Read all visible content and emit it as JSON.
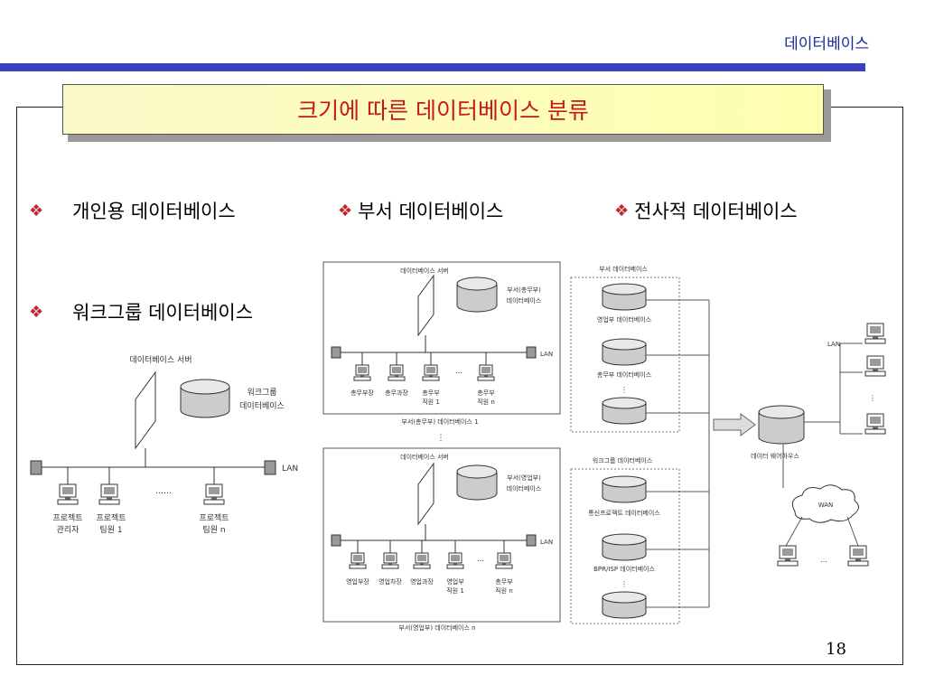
{
  "header": {
    "section": "데이터베이스"
  },
  "slide": {
    "title": "크기에 따른 데이터베이스 분류",
    "page_number": "18",
    "bullets": {
      "personal": "개인용 데이터베이스",
      "department": "부서 데이터베이스",
      "enterprise": "전사적 데이터베이스",
      "workgroup": "워크그룹 데이터베이스"
    },
    "bullet_marker": "❖"
  },
  "workgroup_diagram": {
    "server_label": "데이터베이스 서버",
    "db_label_line1": "워크그룹",
    "db_label_line2": "데이터베이스",
    "lan": "LAN",
    "dots": "……",
    "pc1_line1": "프로젝트",
    "pc1_line2": "관리자",
    "pc2_line1": "프로젝트",
    "pc2_line2": "팀원 1",
    "pc3_line1": "프로젝트",
    "pc3_line2": "팀원 n"
  },
  "dept_diagram_1": {
    "server_label": "데이터베이스 서버",
    "db_label_line1": "부서(총무부)",
    "db_label_line2": "데이터베이스",
    "lan": "LAN",
    "dots": "…",
    "pcs": [
      "총무부장",
      "총무과장"
    ],
    "pc3_line1": "총무부",
    "pc3_line2": "직원 1",
    "pc4_line1": "총무부",
    "pc4_line2": "직원 n",
    "caption": "부서(총무부) 데이터베이스 1"
  },
  "dept_diagram_2": {
    "server_label": "데이터베이스 서버",
    "db_label_line1": "부서(영업부)",
    "db_label_line2": "데이터베이스",
    "lan": "LAN",
    "dots": "…",
    "pcs": [
      "영업부장",
      "영업차장",
      "영업과장"
    ],
    "pc4_line1": "영업부",
    "pc4_line2": "직원 1",
    "pc5_line1": "총무부",
    "pc5_line2": "직원 n",
    "caption": "부서(영업부) 데이터베이스 n"
  },
  "vertical_dots": "⋮",
  "enterprise_diagram": {
    "dept_group": "부서 데이터베이스",
    "sales_db": "영업부 데이터베이스",
    "general_db": "총무부 데이터베이스",
    "wg_group": "워크그룹 데이터베이스",
    "telecom_db": "통신프로젝트 데이터베이스",
    "bpr_db": "BPR/ISP 데이터베이스",
    "warehouse": "데이터 웨어하우스",
    "wan": "WAN",
    "lan": "LAN",
    "dots": "…"
  },
  "colors": {
    "accent_bar": "#3a3fc4",
    "title_text": "#c21a1a",
    "bullet_marker": "#c0262d"
  }
}
